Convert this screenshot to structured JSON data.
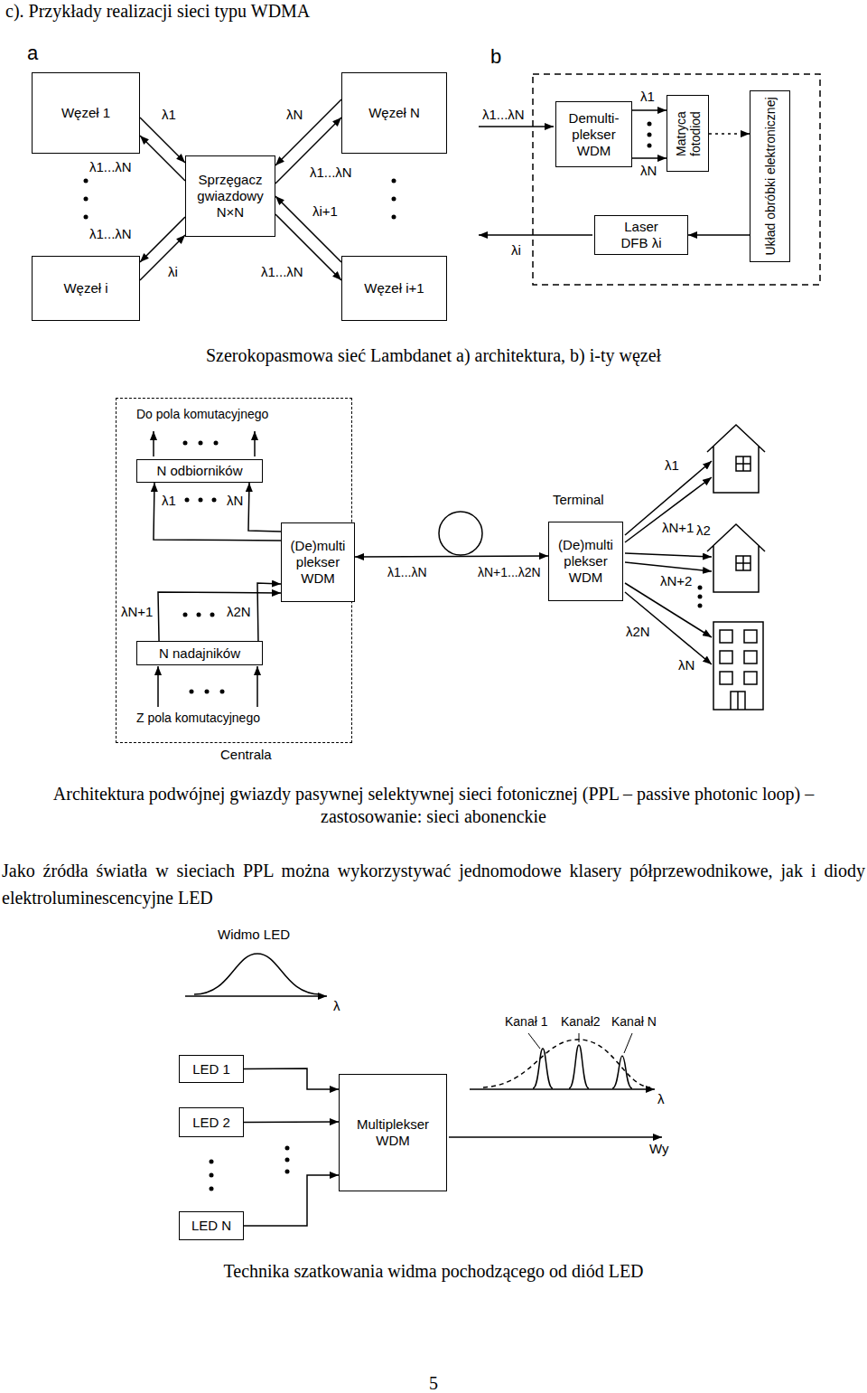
{
  "diagram": {
    "title": "c). Przykłady realizacji sieci typu WDMA",
    "nodes": [
      {
        "text": [
          "Węzeł 1"
        ]
      },
      {
        "text": [
          "Węzeł i"
        ]
      },
      {
        "text": [
          "Sprzęgacz gwiazdowy N×N"
        ]
      },
      {
        "text": [
          "Węzeł N"
        ]
      },
      {
        "text": [
          "Węzeł i+1"
        ]
      },
      {
        "text": [
          "Demulti- plekser WDM"
        ]
      },
      {
        "text": [
          "Matryca fotodiod"
        ]
      },
      {
        "text": [
          "Układ obróbki elektronicznej"
        ]
      },
      {
        "text": [
          "Laser DFB λi"
        ]
      },
      {
        "text": [
          "Centrala"
        ]
      },
      {
        "text": [
          "N odbiorników"
        ],
        "in": 9
      },
      {
        "text": [
          "(De)multi plekser WDM"
        ],
        "in": 9
      },
      {
        "text": [
          "N nadajników"
        ],
        "in": 9
      },
      {
        "text": [
          "Terminal",
          "(De)multi plekser WDM"
        ]
      },
      {
        "text": [
          "LED 1"
        ]
      },
      {
        "text": [
          "LED 2"
        ]
      },
      {
        "text": [
          "LED N"
        ]
      },
      {
        "text": [
          "Multiplekser WDM"
        ]
      }
    ],
    "edges": [
      {
        "from": 0,
        "to": 2,
        "arrow": "to",
        "label": "λ1"
      },
      {
        "from": 2,
        "to": 0,
        "arrow": "to",
        "label": "λ1...λN"
      },
      {
        "from": 1,
        "to": 2,
        "arrow": "to",
        "label": "λi"
      },
      {
        "from": 2,
        "to": 1,
        "arrow": "to",
        "label": "λ1...λN"
      },
      {
        "from": 3,
        "to": 2,
        "arrow": "to",
        "label": "λN"
      },
      {
        "from": 2,
        "to": 3,
        "arrow": "to",
        "label": "λ1...λN"
      },
      {
        "from": 4,
        "to": 2,
        "arrow": "to",
        "label": "λi+1"
      },
      {
        "from": 2,
        "to": 4,
        "arrow": "to",
        "label": "λ1...λN"
      },
      {
        "from": 5,
        "to": 6,
        "arrow": "to",
        "label": "λ1"
      },
      {
        "from": 5,
        "to": 6,
        "arrow": "to",
        "label": "λN"
      },
      {
        "from": 6,
        "to": 7,
        "arrow": "to"
      },
      {
        "from": 7,
        "to": 8,
        "arrow": "to"
      },
      {
        "from": 11,
        "to": 10,
        "arrow": "to",
        "label": "λ1"
      },
      {
        "from": 11,
        "to": 10,
        "arrow": "to",
        "label": "λN"
      },
      {
        "from": 12,
        "to": 11,
        "arrow": "to",
        "label": "λN+1"
      },
      {
        "from": 12,
        "to": 11,
        "arrow": "to",
        "label": "λ2N"
      },
      {
        "from": 11,
        "to": 13,
        "arrow": "both"
      },
      {
        "from": 14,
        "to": 17,
        "arrow": "to"
      },
      {
        "from": 15,
        "to": 17,
        "arrow": "to"
      },
      {
        "from": 16,
        "to": 17,
        "arrow": "to"
      }
    ],
    "labels": [
      "a",
      "b",
      "λ1...λN",
      "λi",
      "Szerokopasmowa sieć Lambdanet a) architektura, b) i-ty węzeł",
      "Do pola komutacyjnego",
      "Z pola komutacyjnego",
      "λ1...λN",
      "λN+1...λ2N",
      "λ1",
      "λN+1",
      "λ2",
      "λN+2",
      "λ2N",
      "λN",
      "Architektura podwójnej gwiazdy pasywnej selektywnej sieci fotonicznej (PPL – passive photonic loop) – zastosowanie: sieci abonenckie",
      "Jako źródła światła w sieciach PPL można wykorzystywać jednomodowe klasery półprzewodnikowe, jak i diody elektroluminescencyjne LED",
      "Widmo LED",
      "λ",
      "Kanał 1",
      "Kanał2",
      "Kanał N",
      "λ",
      "Wy",
      "Technika szatkowania widma pochodzącego od diód LED",
      "5"
    ]
  }
}
